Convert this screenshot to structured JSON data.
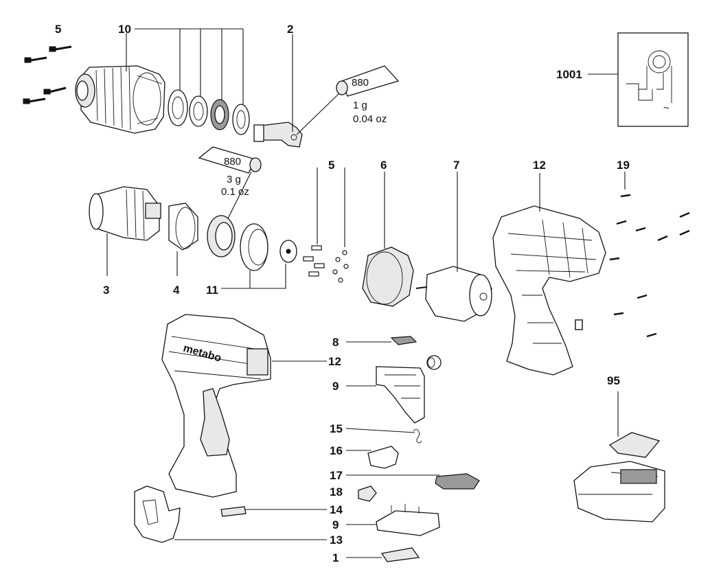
{
  "callouts": {
    "c5a": "5",
    "c10": "10",
    "c2": "2",
    "c1001": "1001",
    "c5b": "5",
    "c6": "6",
    "c7": "7",
    "c12a": "12",
    "c19": "19",
    "c3": "3",
    "c4": "4",
    "c11": "11",
    "c8": "8",
    "c12b": "12",
    "c9a": "9",
    "c15": "15",
    "c16": "16",
    "c95": "95",
    "c17": "17",
    "c18": "18",
    "c14": "14",
    "c9b": "9",
    "c13": "13",
    "c1": "1"
  },
  "grease_small": {
    "code": "880",
    "amount": "1 g",
    "amount_oz": "0.04 oz"
  },
  "grease_large": {
    "code": "880",
    "amount": "3 g",
    "amount_oz": "0.1 oz"
  },
  "brand_text": "metabo"
}
